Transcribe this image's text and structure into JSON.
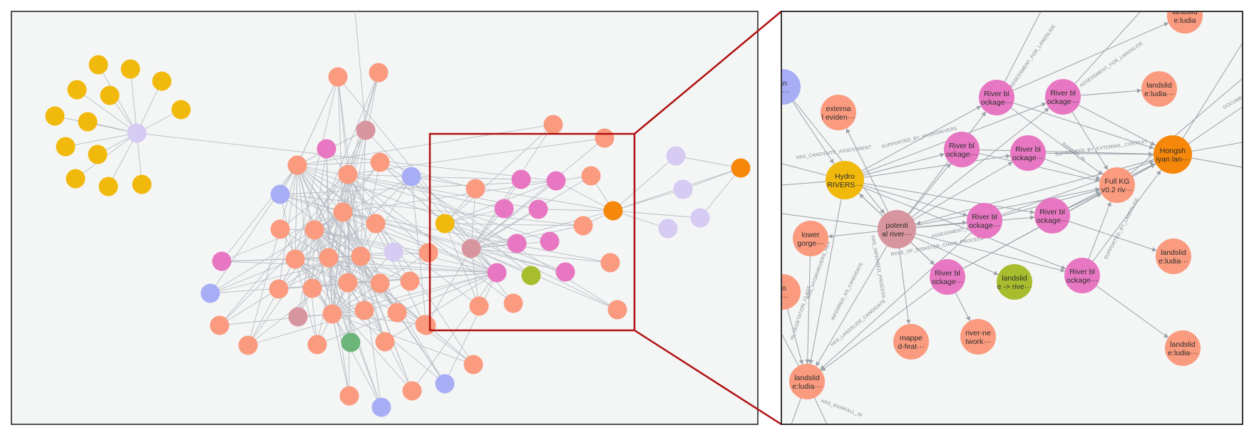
{
  "colors": {
    "yellow": "#f1b90c",
    "salmon": "#fa9a7e",
    "pink": "#e777c2",
    "lavender": "#d6cbf2",
    "blue": "#a8aef6",
    "mauve": "#d7959f",
    "green": "#6bb57a",
    "olive": "#a8bd2e",
    "orange": "#f5870a",
    "zoom_frame": "#b01010"
  },
  "zoom": {
    "nodes": [
      {
        "id": "hydro",
        "lines": [
          "Hydro",
          "RIVERS···"
        ],
        "color": "yellow"
      },
      {
        "id": "potential",
        "lines": [
          "potenti",
          "al river···"
        ],
        "color": "mauve"
      },
      {
        "id": "lower",
        "lines": [
          "lower",
          "gorge···"
        ],
        "color": "salmon"
      },
      {
        "id": "external",
        "lines": [
          "externa",
          "l eviden···"
        ],
        "color": "salmon"
      },
      {
        "id": "rb1",
        "lines": [
          "River bl",
          "ockage···"
        ],
        "color": "pink"
      },
      {
        "id": "rb2",
        "lines": [
          "River bl",
          "ockage···"
        ],
        "color": "pink"
      },
      {
        "id": "rb3",
        "lines": [
          "River bl",
          "ockage···"
        ],
        "color": "pink"
      },
      {
        "id": "rb4",
        "lines": [
          "River bl",
          "ockage···"
        ],
        "color": "pink"
      },
      {
        "id": "rb5",
        "lines": [
          "River bl",
          "ockage···"
        ],
        "color": "pink"
      },
      {
        "id": "rb6",
        "lines": [
          "River bl",
          "ockage···"
        ],
        "color": "pink"
      },
      {
        "id": "rb7",
        "lines": [
          "River bl",
          "ockage···"
        ],
        "color": "pink"
      },
      {
        "id": "rb8",
        "lines": [
          "River bl",
          "ockage···"
        ],
        "color": "pink"
      },
      {
        "id": "fullkg",
        "lines": [
          "Full KG",
          "v0.2 riv···"
        ],
        "color": "salmon"
      },
      {
        "id": "hongsh",
        "lines": [
          "Hongsh",
          "iyan lan···"
        ],
        "color": "orange"
      },
      {
        "id": "ls_top",
        "lines": [
          "landslid",
          "e:ludia···"
        ],
        "color": "salmon"
      },
      {
        "id": "ls_r1",
        "lines": [
          "landslid",
          "e:ludia···"
        ],
        "color": "salmon"
      },
      {
        "id": "ls_r2",
        "lines": [
          "landslid",
          "e:ludia···"
        ],
        "color": "salmon"
      },
      {
        "id": "ls_r3",
        "lines": [
          "landslid",
          "e:ludia···"
        ],
        "color": "salmon"
      },
      {
        "id": "ls_bl",
        "lines": [
          "landslid",
          "e:ludia···"
        ],
        "color": "salmon"
      },
      {
        "id": "ls_green",
        "lines": [
          "landslid",
          "e -> rive···"
        ],
        "color": "olive"
      },
      {
        "id": "mapped",
        "lines": [
          "mappe",
          "d-feat···"
        ],
        "color": "salmon"
      },
      {
        "id": "rivernet",
        "lines": [
          "river-ne",
          "twork···"
        ],
        "color": "salmon"
      },
      {
        "id": "edge_blue",
        "lines": [
          "an",
          "to···"
        ],
        "color": "blue"
      },
      {
        "id": "edge_salmon",
        "lines": [
          "ro",
          "a···"
        ],
        "color": "salmon"
      },
      {
        "id": "top_cut",
        "lines": [
          "landslid",
          "e:ludia"
        ],
        "color": "salmon"
      }
    ],
    "edge_labels": [
      "ASSESSMENT_FOR_LANDSLIDE",
      "HAS_CANDIDATE_ASSESSMENT",
      "SUPPORTED_BY_HYDRORIVERS",
      "SUPPORTED_BY_EXTERNAL_CONTEXT",
      "RANKED_IN",
      "DOCUMENTED_",
      "INFERRED_AS_CANDIDATE",
      "HAS_LANDSLIDE_CANDIDATE",
      "ASSESSMENT_TYPE",
      "HAS_HYDRORIVERS_REA",
      "HAS_RAINFALL_IN",
      "ROLE_OF_DISASTER_CHAIN_PROCESS",
      "SUPPORTED_BY_LANDSLIDE",
      "IN_VEGETATION_CLASS",
      "HAS_INFERRED_PROCESS",
      "ASSESSMENT_FOR_LANDSLIDE"
    ]
  }
}
